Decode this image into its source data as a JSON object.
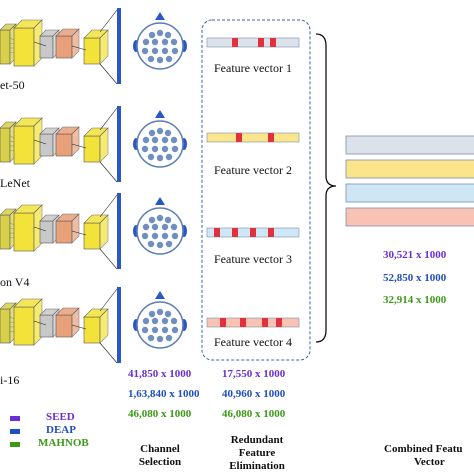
{
  "networks": [
    {
      "label": "et-50"
    },
    {
      "label": "LeNet"
    },
    {
      "label": "on V4"
    },
    {
      "label": "i-16"
    }
  ],
  "feature_vectors": [
    {
      "label": "Feature vector 1"
    },
    {
      "label": "Feature vector 2"
    },
    {
      "label": "Feature vector 3"
    },
    {
      "label": "Feature vector 4"
    }
  ],
  "channel_selection": {
    "values": [
      "41,850 x 1000",
      "1,63,840 x 1000",
      "46,080 x 1000"
    ],
    "caption_lines": [
      "Channel",
      "Selection"
    ]
  },
  "redundant_elimination": {
    "values": [
      "17,550 x 1000",
      "40,960 x 1000",
      "46,080 x 1000"
    ],
    "caption_lines": [
      "Redundant",
      "Feature",
      "Elimination"
    ]
  },
  "combined": {
    "values": [
      "30,521 x 1000",
      "52,850 x 1000",
      "32,914 x 1000"
    ],
    "caption_lines": [
      "Combined Featu",
      "Vector"
    ]
  },
  "legend": [
    {
      "label": "SEED",
      "color": "#6a2fd3"
    },
    {
      "label": "DEAP",
      "color": "#1f4fbf"
    },
    {
      "label": "MAHNOB",
      "color": "#3c9a16"
    }
  ],
  "colors": {
    "seed": "#6a2fd3",
    "deap": "#1f4fbf",
    "mahnob": "#3c9a16",
    "cnn_block": "#f2e23a",
    "cnn_pool": "#e8a07a",
    "electrode": "#6e8fbf",
    "scalp_divider": "#2a56c6",
    "fv_gray": "#dde2ea",
    "fv_yellow": "#fbe58a",
    "fv_blue": "#cfe6f5",
    "fv_pink": "#f8c3b3",
    "fv_marker": "#e0313c"
  }
}
